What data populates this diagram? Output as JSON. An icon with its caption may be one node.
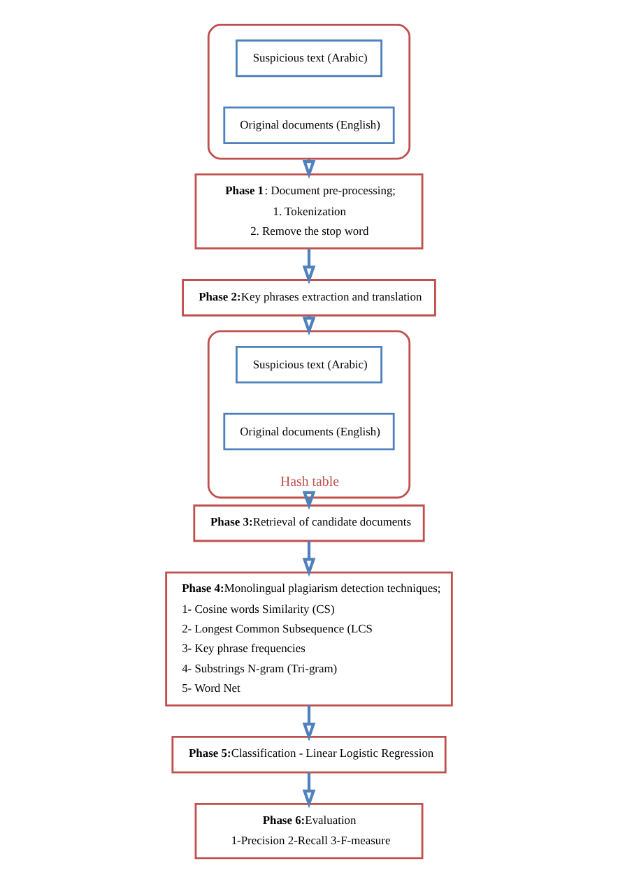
{
  "diagram": {
    "nodes": [
      {
        "text": [],
        "shape": "cylinder"
      },
      {
        "text": [
          "Suspicious text (Arabic)"
        ],
        "in": 0
      },
      {
        "text": [
          "Original documents (English)"
        ],
        "in": 0
      },
      {
        "text": [
          "**Phase 1**: Document pre-processing;",
          "1. Tokenization",
          "2. Remove the stop word"
        ]
      },
      {
        "text": [
          "**Phase 2:**Key phrases extraction and translation"
        ]
      },
      {
        "text": [
          "Hash table"
        ]
      },
      {
        "text": [
          "Suspicious text (Arabic)"
        ],
        "in": 5
      },
      {
        "text": [
          "Original documents (English)"
        ],
        "in": 5
      },
      {
        "text": [
          "**Phase 3:**Retrieval of candidate documents"
        ]
      },
      {
        "text": [
          "**Phase 4:**Monolingual plagiarism detection techniques;",
          "1- Cosine words Similarity (CS)",
          "2- Longest Common Subsequence (LCS",
          "3- Key phrase frequencies",
          "4- Substrings N-gram (Tri-gram)",
          "5- Word Net"
        ]
      },
      {
        "text": [
          "**Phase 5:**Classification - Linear Logistic Regression"
        ]
      },
      {
        "text": [
          "**Phase 6:**Evaluation",
          "1-Precision 2-Recall 3-F-measure"
        ]
      }
    ],
    "edges": [
      {
        "from": 0,
        "to": 3,
        "arrow": "to"
      },
      {
        "from": 3,
        "to": 4,
        "arrow": "to"
      },
      {
        "from": 4,
        "to": 5,
        "arrow": "to"
      },
      {
        "from": 5,
        "to": 8,
        "arrow": "to"
      },
      {
        "from": 8,
        "to": 9,
        "arrow": "to"
      },
      {
        "from": 9,
        "to": 10,
        "arrow": "to"
      },
      {
        "from": 10,
        "to": 11,
        "arrow": "to"
      }
    ]
  }
}
